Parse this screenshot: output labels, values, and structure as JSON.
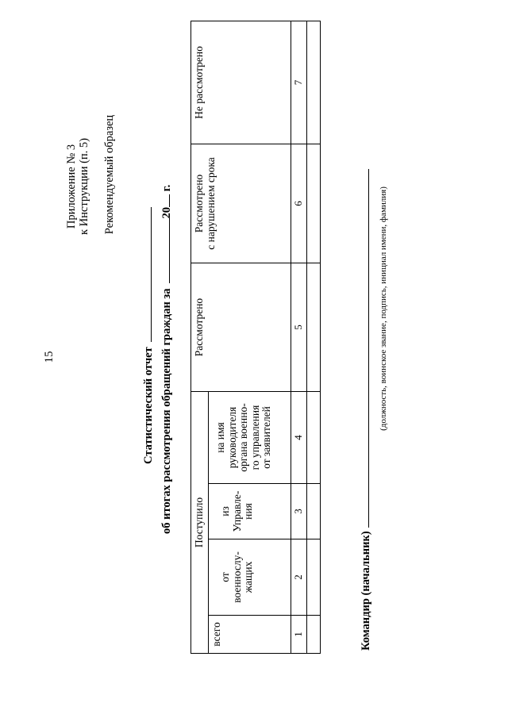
{
  "page_number": "15",
  "appendix": {
    "line1": "Приложение № 3",
    "line2": "к Инструкции (п. 5)",
    "recommended": "Рекомендуемый образец"
  },
  "title": {
    "line1": "Статистический отчет",
    "line2_prefix": "об итогах рассмотрения обращений граждан за",
    "year_prefix": "20",
    "year_suffix": "г."
  },
  "table": {
    "group_received": "Поступило",
    "col_total": "всего",
    "col_servicemen": [
      "от",
      "военнослу-",
      "жащих"
    ],
    "col_directorate": [
      "из",
      "Управле-",
      "ния"
    ],
    "col_head": [
      "на имя",
      "руководителя",
      "органа военно-",
      "го управления",
      "от заявителей"
    ],
    "col_reviewed": "Рассмотрено",
    "col_reviewed_late": [
      "Рассмотрено",
      "с нарушением срока"
    ],
    "col_not_reviewed": "Не рассмотрено",
    "numbers": [
      "1",
      "2",
      "3",
      "4",
      "5",
      "6",
      "7"
    ]
  },
  "signature": {
    "label": "Командир (начальник)",
    "caption": "(должность, воинское звание, подпись, инициал имени, фамилия)"
  }
}
